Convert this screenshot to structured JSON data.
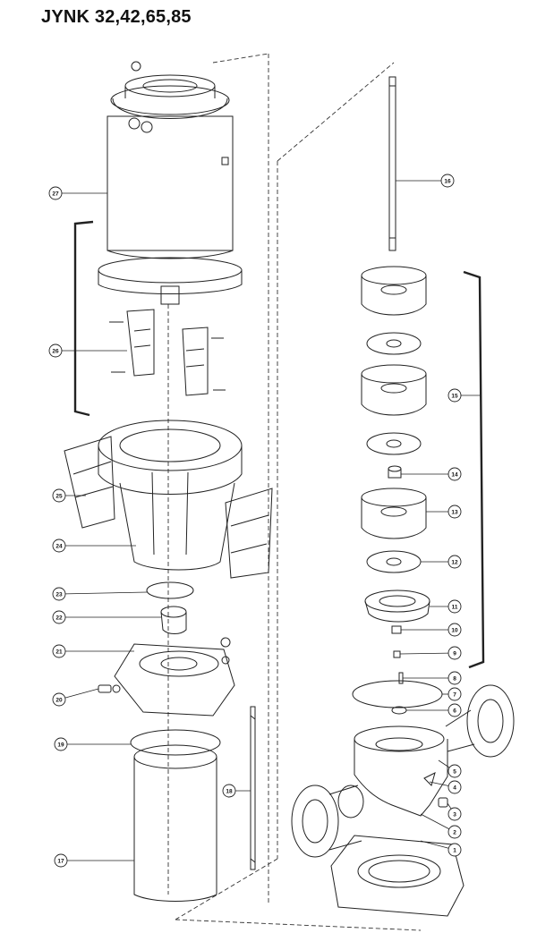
{
  "title": "JYNK 32,42,65,85",
  "parts": [
    {
      "number": "1"
    },
    {
      "number": "2"
    },
    {
      "number": "3"
    },
    {
      "number": "4"
    },
    {
      "number": "5"
    },
    {
      "number": "6"
    },
    {
      "number": "7"
    },
    {
      "number": "8"
    },
    {
      "number": "9"
    },
    {
      "number": "10"
    },
    {
      "number": "11"
    },
    {
      "number": "12"
    },
    {
      "number": "13"
    },
    {
      "number": "14"
    },
    {
      "number": "15"
    },
    {
      "number": "16"
    },
    {
      "number": "17"
    },
    {
      "number": "18"
    },
    {
      "number": "19"
    },
    {
      "number": "20"
    },
    {
      "number": "21"
    },
    {
      "number": "22"
    },
    {
      "number": "23"
    },
    {
      "number": "24"
    },
    {
      "number": "25"
    },
    {
      "number": "26"
    },
    {
      "number": "27"
    }
  ]
}
